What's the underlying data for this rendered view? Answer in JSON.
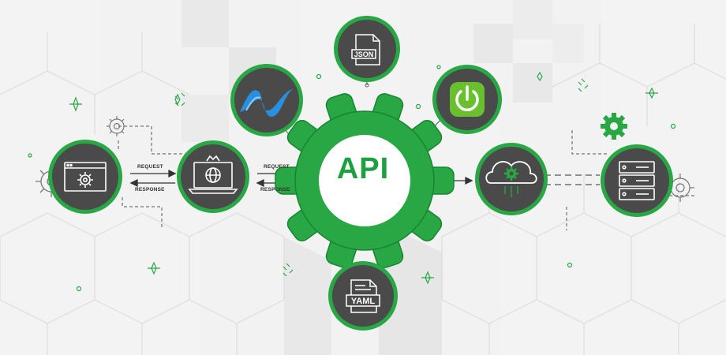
{
  "hub": {
    "label": "API"
  },
  "left_arrows": {
    "request": "REQUEST",
    "response": "RESPONSE"
  },
  "right_arrows": {
    "request": "REQUEST",
    "response": "RESPONSE"
  },
  "formats": {
    "json": "JSON",
    "yaml": "YAML"
  },
  "nodes": [
    "web-app",
    "client-laptop",
    "dotnet",
    "json",
    "spring",
    "yaml",
    "cloud",
    "server"
  ],
  "colors": {
    "green": "#29a745",
    "green_dark": "#15862f",
    "node_fill": "#4a4a4a",
    "background": "#f2f2f2"
  }
}
